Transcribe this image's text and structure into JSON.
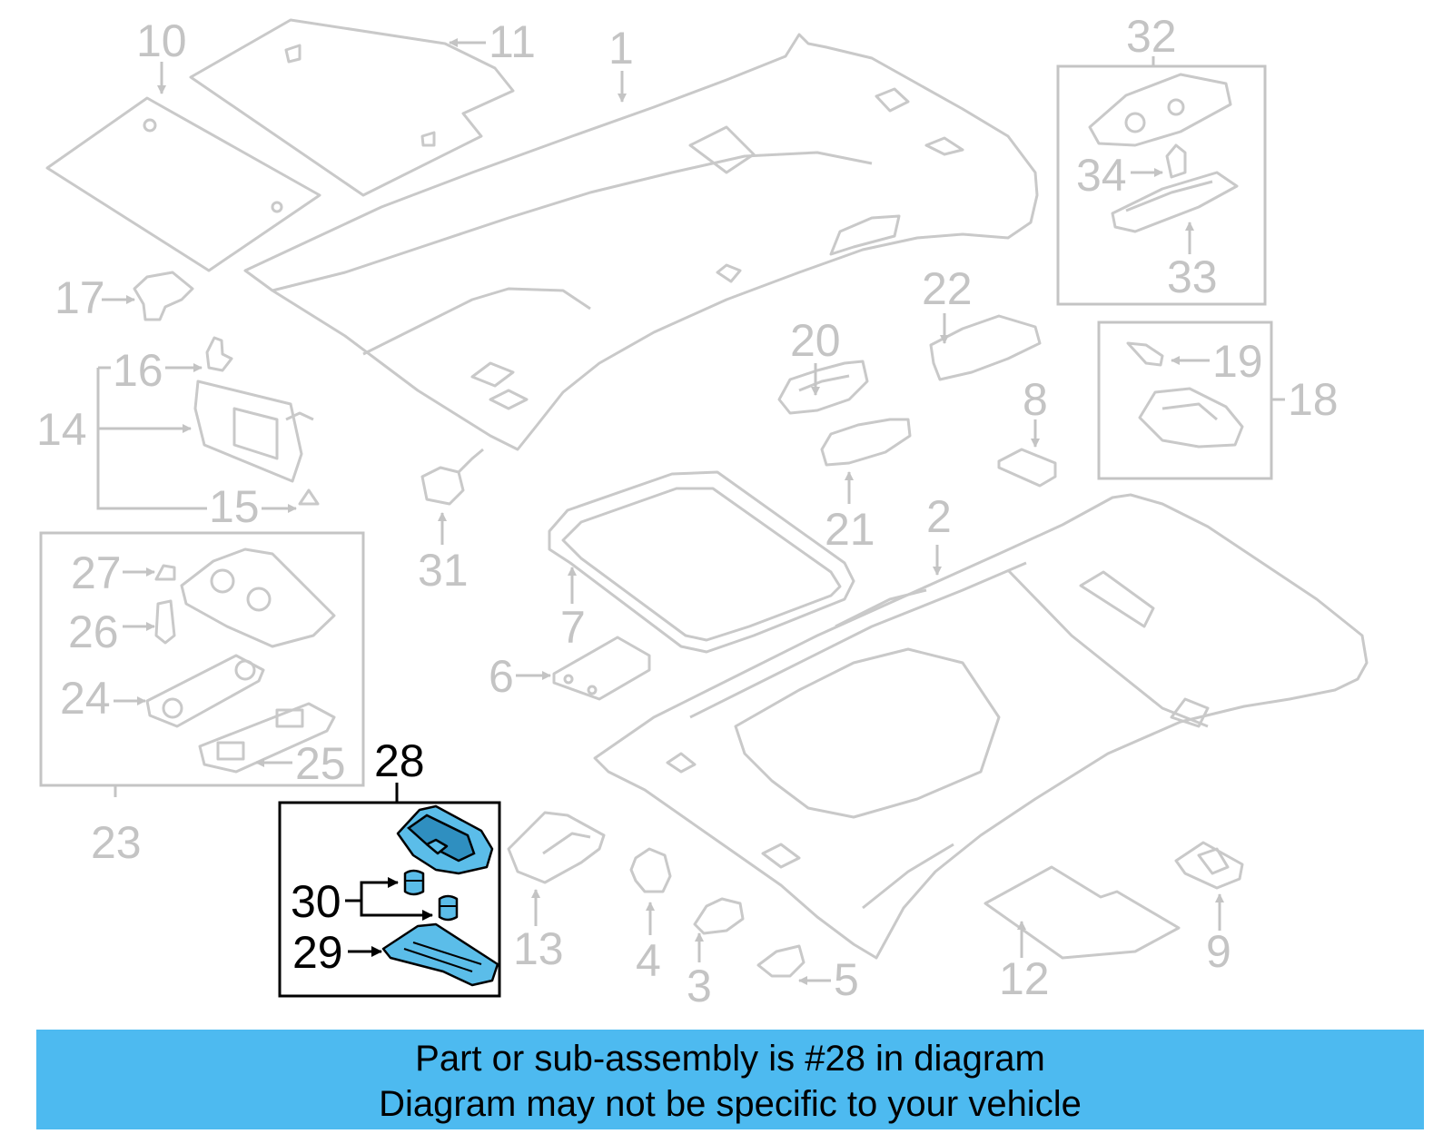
{
  "labels": {
    "l1": "1",
    "l2": "2",
    "l3": "3",
    "l4": "4",
    "l5": "5",
    "l6": "6",
    "l7": "7",
    "l8": "8",
    "l9": "9",
    "l10": "10",
    "l11": "11",
    "l12": "12",
    "l13": "13",
    "l14": "14",
    "l15": "15",
    "l16": "16",
    "l17": "17",
    "l18": "18",
    "l19": "19",
    "l20": "20",
    "l21": "21",
    "l22": "22",
    "l23": "23",
    "l24": "24",
    "l25": "25",
    "l26": "26",
    "l27": "27",
    "l28": "28",
    "l29": "29",
    "l30": "30",
    "l31": "31",
    "l32": "32",
    "l33": "33",
    "l34": "34"
  },
  "highlight": {
    "part_number": "28",
    "color": "#5bbde9"
  },
  "banner": {
    "line1": "Part or sub-assembly is #28 in diagram",
    "line2": "Diagram may not be specific to your vehicle",
    "color": "#4dbaf0"
  }
}
